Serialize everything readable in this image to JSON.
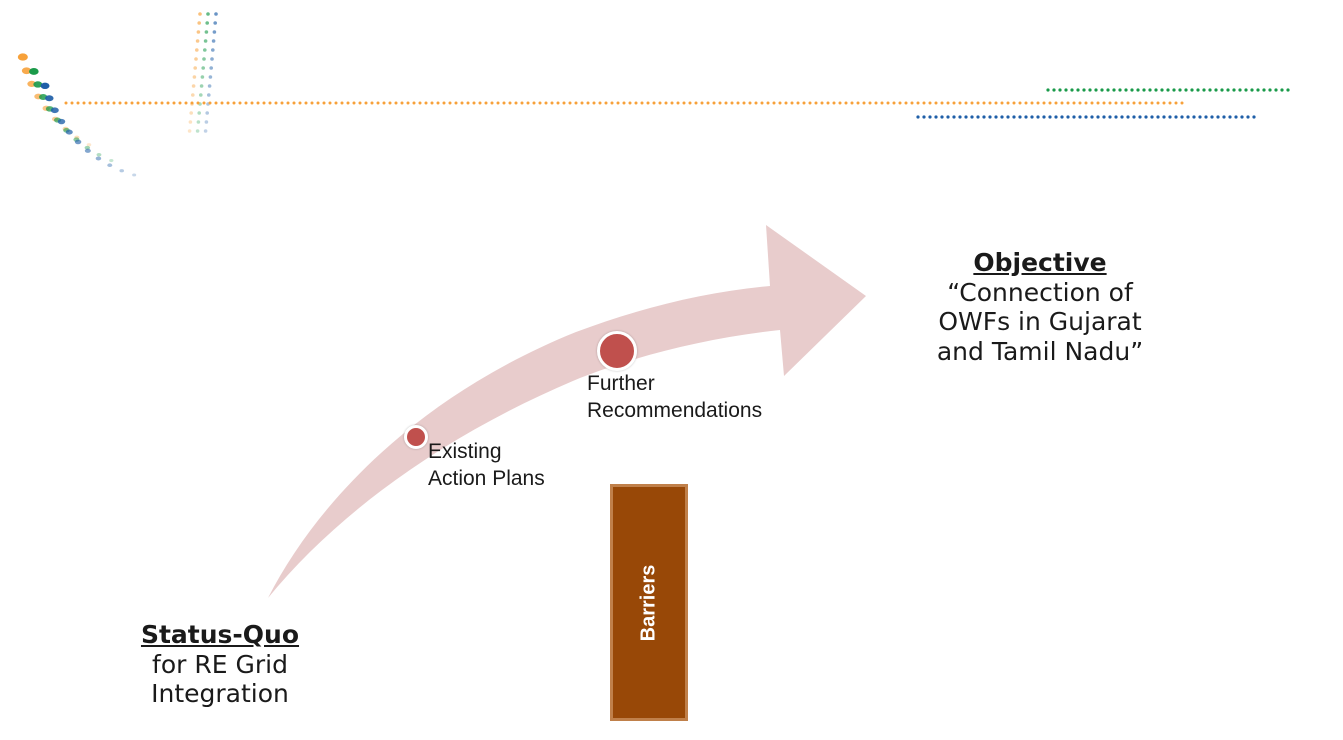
{
  "status_quo": {
    "heading": "Status-Quo",
    "line1": "for RE Grid",
    "line2": "Integration"
  },
  "objective": {
    "heading": "Objective",
    "line1": "“Connection of",
    "line2": "OWFs in Gujarat",
    "line3": "and Tamil Nadu”"
  },
  "milestones": [
    {
      "line1": "Existing",
      "line2": "Action Plans"
    },
    {
      "line1": "Further",
      "line2": "Recommendations"
    }
  ],
  "barrier": {
    "label": "Barriers"
  },
  "colors": {
    "arrow": "#e8cccc",
    "milestone_dot": "#c0504d",
    "barrier_fill": "#984807",
    "barrier_border": "#c0804a",
    "dots_orange": "#f7a13a",
    "dots_green": "#1a9a4a",
    "dots_blue": "#1f5fa8"
  },
  "icons": {
    "logo": "dotted-swoosh-logo",
    "progress_arrow": "curved-arrow-icon"
  }
}
